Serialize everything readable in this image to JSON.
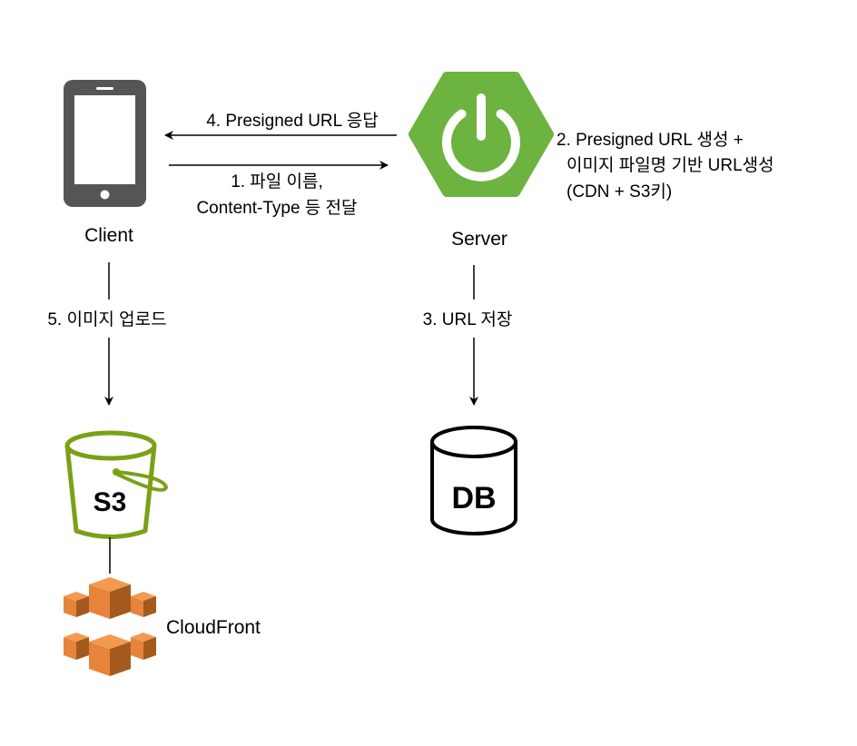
{
  "nodes": {
    "client": {
      "label": "Client",
      "icon": "smartphone-icon"
    },
    "server": {
      "label": "Server",
      "icon": "spring-power-icon"
    },
    "s3": {
      "label": "S3",
      "icon": "s3-bucket-icon"
    },
    "db": {
      "label": "DB",
      "icon": "database-cylinder-icon"
    },
    "cloudfront": {
      "label": "CloudFront",
      "icon": "cloudfront-icon"
    }
  },
  "edges": {
    "step1": {
      "lines": [
        "1. 파일 이름,",
        "Content-Type 등 전달"
      ]
    },
    "step2": {
      "lines": [
        "2. Presigned URL 생성 +",
        "이미지 파일명 기반 URL생성",
        "(CDN + S3키)"
      ]
    },
    "step3": {
      "label": "3. URL 저장"
    },
    "step4": {
      "label": "4. Presigned URL 응답"
    },
    "step5": {
      "label": "5. 이미지 업로드"
    }
  },
  "colors": {
    "phone": "#555555",
    "spring_green": "#6DB33F",
    "s3_green": "#7AA116",
    "cloudfront_orange": "#E7843B",
    "cloudfront_dark": "#A45A1C",
    "line": "#000000"
  }
}
